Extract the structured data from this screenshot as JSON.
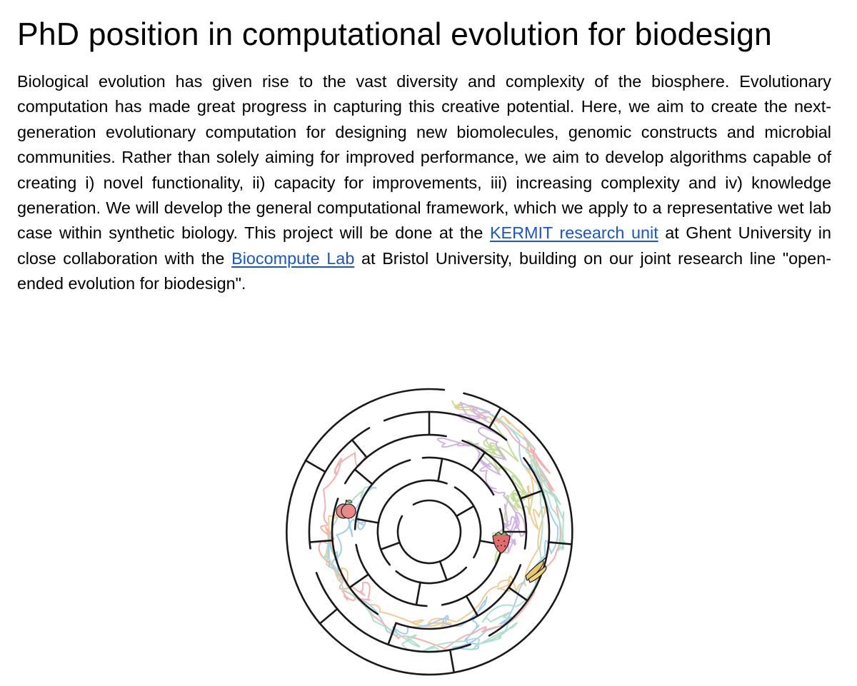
{
  "title": "PhD position in computational evolution for biodesign",
  "paragraph": {
    "text1": "Biological evolution has given rise to the vast diversity and complexity of the biosphere. Evolutionary computation has made great progress in capturing this creative potential. Here, we aim to create the next-generation evolutionary computation for designing new biomolecules, genomic constructs and microbial communities. Rather than solely aiming for improved performance, we aim to develop algorithms capable of creating i) novel functionality, ii) capacity for improvements, iii) increasing complexity and iv) knowledge generation. We will develop the general computational framework, which we apply to a representative wet lab case within synthetic biology. This project will be done at the ",
    "link1": "KERMIT research unit",
    "text2": " at Ghent University in close collaboration with the ",
    "link2": "Biocompute Lab",
    "text3": " at Bristol University, building on our joint research line \"open-ended evolution for biodesign\"."
  },
  "figure": {
    "icons": [
      "apple-icon",
      "strawberry-icon",
      "banana-icon"
    ],
    "path_colors": [
      "#b9d98a",
      "#f2c27d",
      "#c9a6e0",
      "#93c5ee",
      "#f4a3a3",
      "#9fdcc4"
    ]
  }
}
